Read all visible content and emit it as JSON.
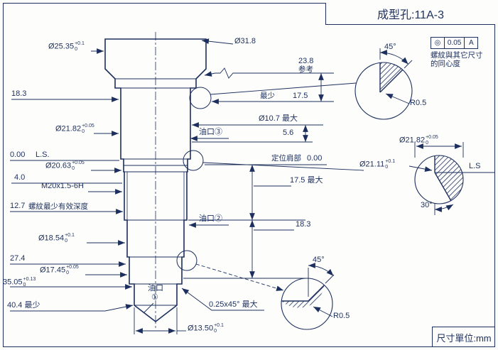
{
  "title": "成型孔:11A-3",
  "units_label": "尺寸單位:mm",
  "tolerance_frame": {
    "symbol": "◎",
    "value": "0.05",
    "datum": "A",
    "note1": "螺紋與其它尺寸",
    "note2": "的同心度"
  },
  "colors": {
    "ink": "#1c2f5e",
    "background": "#fdfdfb"
  },
  "labels": {
    "d2535": {
      "base": "Ø25.35",
      "sup": "+0.1",
      "sub": "0"
    },
    "l183_left": "18.3",
    "d2182": {
      "base": "Ø21.82",
      "sup": "+0.05",
      "sub": "0"
    },
    "zero_left": "0.00",
    "ls_left": "L.S.",
    "d2063": {
      "base": "Ø20.63",
      "sup": "+0.05",
      "sub": "0"
    },
    "l40": "4.0",
    "thread_spec": "M20x1.5-6H",
    "l127": "12.7",
    "thread_depth_note": "螺紋最少有效深度",
    "d1854": {
      "base": "Ø18.54",
      "sup": "+0.1",
      "sub": "0"
    },
    "l274": "27.4",
    "d1745": {
      "base": "Ø17.45",
      "sup": "+0.05",
      "sub": "0"
    },
    "l3505": {
      "base": "35.05",
      "sup": "+0.13",
      "sub": "0"
    },
    "l404_min": "40.4 最少",
    "d318": "Ø31.8",
    "l238": "23.8",
    "ref_note": "参考",
    "min_note": "最少",
    "l175_top": "17.5",
    "d107_max": "Ø10.7 最大",
    "l56": "5.6",
    "oil_port_3": "油口③",
    "locating_shoulder": "定位肩部",
    "zero_right": "0.00",
    "l175_max": "17.5 最大",
    "oil_port_2": "油口②",
    "l183_right": "18.3",
    "oil_port_1_text": "油口",
    "oil_port_1_num": "①",
    "chamfer_note": "0.25x45° 最大",
    "d1350": {
      "base": "Ø13.50",
      "sup": "+0.1",
      "sub": "0"
    },
    "detail_a_angle": "45°",
    "detail_a_radius": "R0.5",
    "detail_b_d2182": {
      "base": "Ø21.82",
      "sup": "+0.05",
      "sub": "0"
    },
    "detail_b_d2111": {
      "base": "Ø21.11",
      "sup": "+0.1",
      "sub": "0"
    },
    "detail_b_ls": "L.S",
    "detail_b_angle": "30°",
    "detail_c_angle": "45°",
    "detail_c_radius": "R0.5"
  }
}
